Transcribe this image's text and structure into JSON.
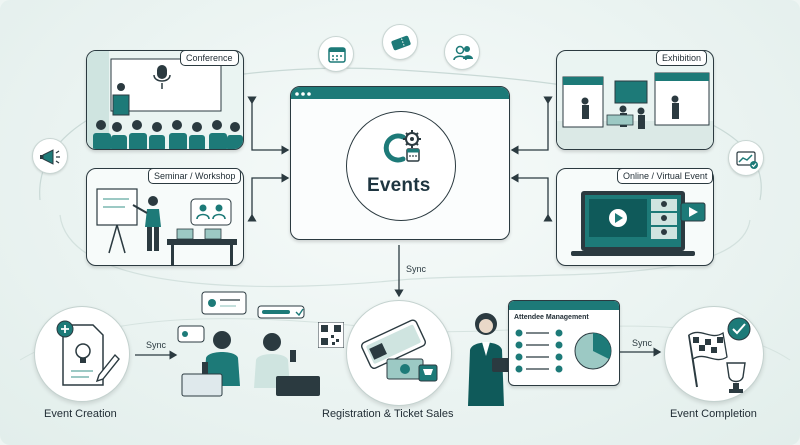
{
  "colors": {
    "teal": "#1d7a78",
    "dark_teal": "#0f5a5a",
    "ink": "#2b3a40",
    "light_teal": "#9cc9c4"
  },
  "top_icons": [
    "calendar-icon",
    "ticket-icon",
    "people-icon"
  ],
  "center": {
    "title": "Events"
  },
  "venues": {
    "conference": "Conference",
    "seminar": "Seminar / Workshop",
    "exhibition": "Exhibition",
    "online": "Online / Virtual Event"
  },
  "flow": {
    "sync_label": "Sync",
    "stages": {
      "creation": "Event Creation",
      "registration": "Registration & Ticket Sales",
      "completion": "Event Completion"
    },
    "attendee_panel": "Attendee Management"
  }
}
